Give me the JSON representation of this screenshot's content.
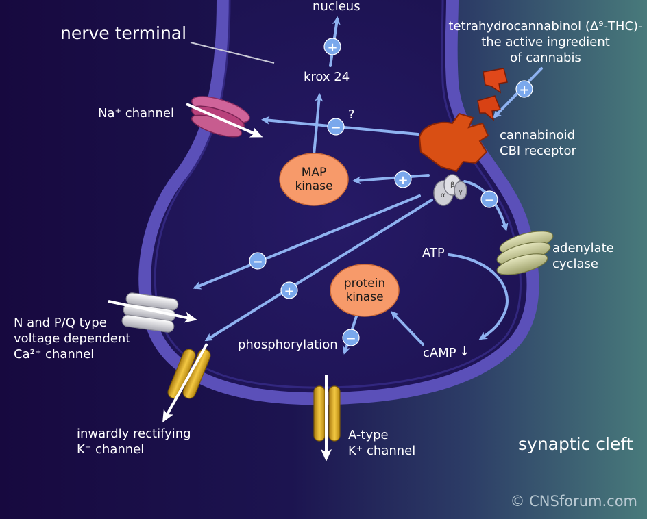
{
  "labels": {
    "nerve_terminal": "nerve terminal",
    "nucleus": "nucleus",
    "krox24": "krox 24",
    "thc_line1": "tetrahydrocannabinol (Δ⁹-THC)-",
    "thc_line2": "the active ingredient",
    "thc_line3": "of cannabis",
    "na_channel": "Na⁺ channel",
    "question": "?",
    "receptor_line1": "cannabinoid",
    "receptor_line2": "CBI receptor",
    "map_kinase_line1": "MAP",
    "map_kinase_line2": "kinase",
    "adenylate_line1": "adenylate",
    "adenylate_line2": "cyclase",
    "atp": "ATP",
    "protein_kinase_line1": "protein",
    "protein_kinase_line2": "kinase",
    "ca_line1": "N and P/Q type",
    "ca_line2": "voltage dependent",
    "ca_line3": "Ca²⁺ channel",
    "phosphorylation": "phosphorylation",
    "camp": "cAMP",
    "camp_arrow": "↓",
    "kir_line1": "inwardly rectifying",
    "kir_line2": "K⁺ channel",
    "atype_line1": "A-type",
    "atype_line2": "K⁺ channel",
    "synaptic_cleft": "synaptic cleft",
    "copyright": "© CNSforum.com"
  },
  "signs": {
    "plus": "+",
    "minus": "−"
  },
  "gprotein_subunits": [
    "α",
    "β",
    "γ"
  ],
  "colors": {
    "background_left": "#1a0f45",
    "background_right": "#46787a",
    "membrane": "#5a4fb8",
    "arrow": "#8eb2f0",
    "sign_circle": "#7aa8ec",
    "kinase_fill": "#f79a6a",
    "receptor": "#d94f14",
    "adenylate_cyclase": "#c9cd97",
    "k_channel": "#e2b22c",
    "na_channel": "#c9497c",
    "ca_channel": "#d8d8dc"
  }
}
